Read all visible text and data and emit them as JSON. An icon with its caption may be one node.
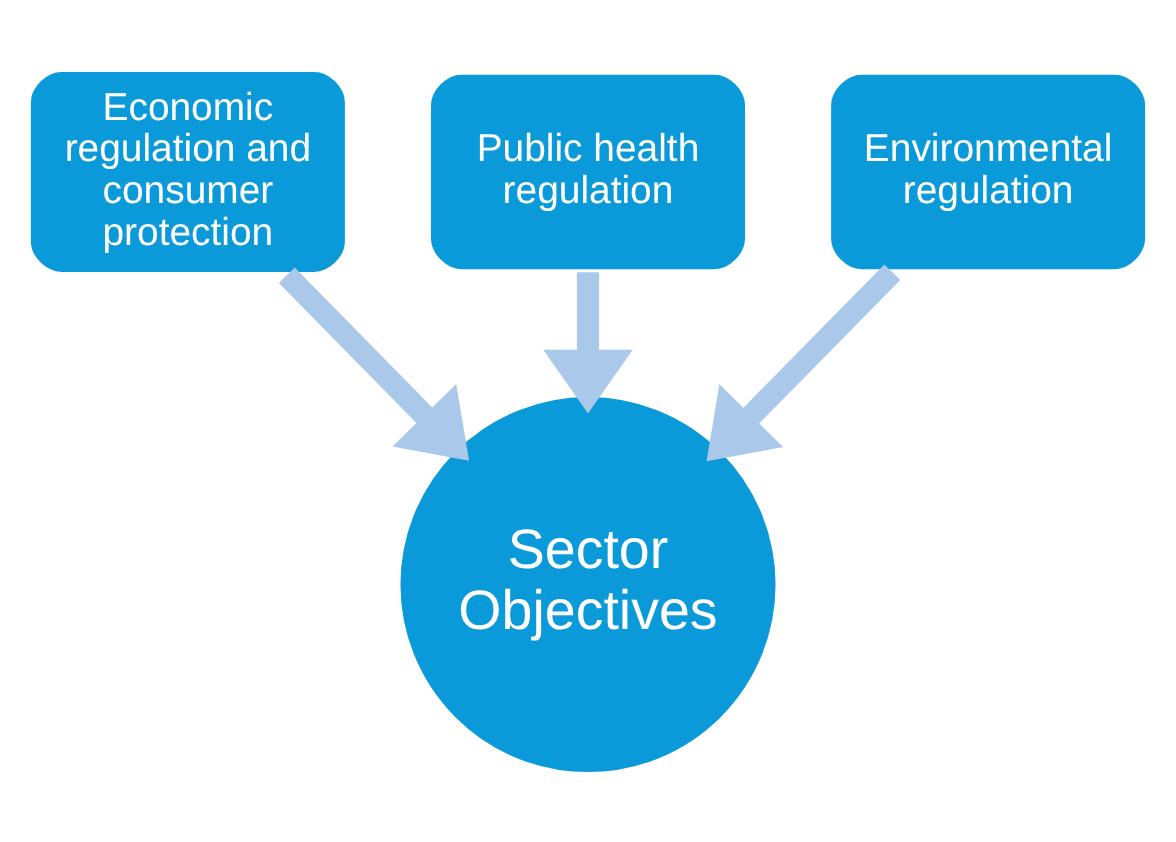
{
  "diagram": {
    "nodes": [
      {
        "text": [
          "Economic regulation and consumer protection"
        ]
      },
      {
        "text": [
          "Public health regulation"
        ]
      },
      {
        "text": [
          "Environmental regulation"
        ]
      },
      {
        "text": [
          "Sector Objectives"
        ]
      }
    ],
    "edges": [
      {
        "from": 0,
        "to": 3,
        "arrow": "to"
      },
      {
        "from": 1,
        "to": 3,
        "arrow": "to"
      },
      {
        "from": 2,
        "to": 3,
        "arrow": "to"
      }
    ]
  }
}
